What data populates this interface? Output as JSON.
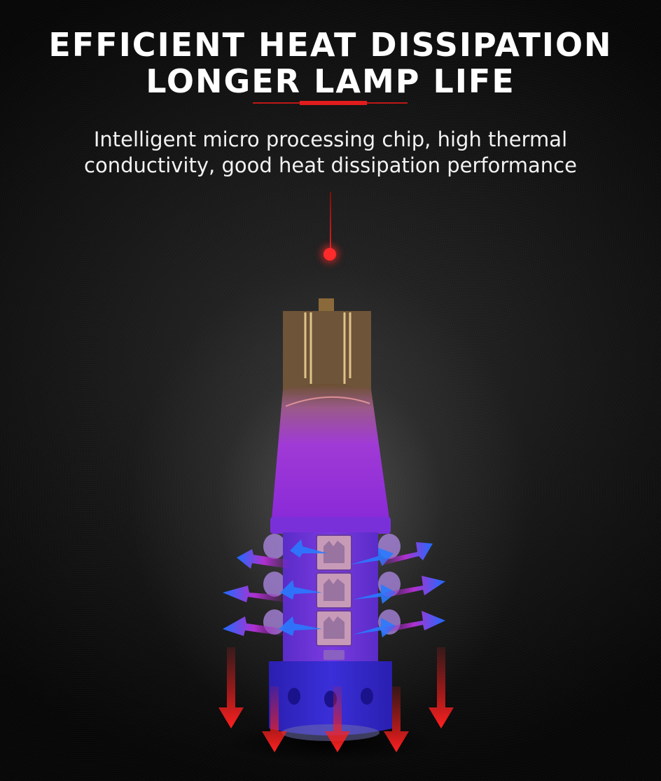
{
  "headline": {
    "line1": "EFFICIENT HEAT DISSIPATION",
    "line2": "LONGER LAMP LIFE"
  },
  "description": {
    "line1": "Intelligent micro processing chip, high thermal",
    "line2": "conductivity, good heat dissipation performance"
  },
  "colors": {
    "accent_red": "#e01c1c",
    "heat_arrow_blue": "#1e6cff",
    "cooling_arrow_red": "#e52020",
    "bulb_purple": "#8a2ad8"
  },
  "icons": [
    "heat-flow-arrow-icon",
    "down-arrow-icon",
    "led-chip-icon"
  ]
}
